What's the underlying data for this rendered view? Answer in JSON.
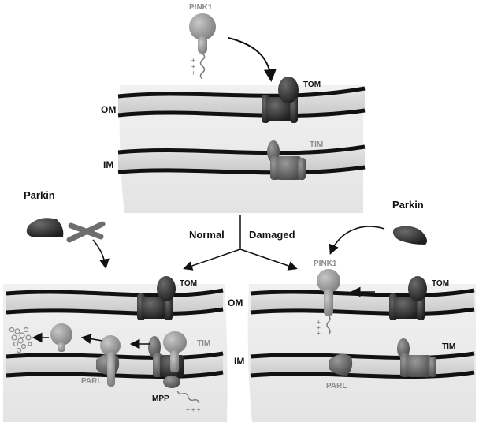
{
  "labels": {
    "pink1_top": "PINK1",
    "tom_top": "TOM",
    "om_top": "OM",
    "im_top": "IM",
    "tim_top": "TIM",
    "parkin_left": "Parkin",
    "parkin_right": "Parkin",
    "normal": "Normal",
    "damaged": "Damaged",
    "tom_left": "TOM",
    "tim_left": "TIM",
    "parl_left": "PARL",
    "mpp_left": "MPP",
    "om_mid": "OM",
    "im_mid": "IM",
    "pink1_right": "PINK1",
    "tom_right": "TOM",
    "tim_right": "TIM",
    "parl_right": "PARL"
  },
  "glyphs": {
    "plus_signs": "+ + +"
  }
}
